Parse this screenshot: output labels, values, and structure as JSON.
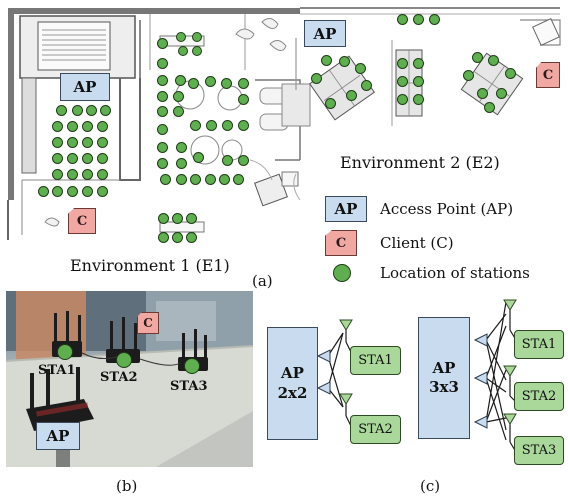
{
  "panel_a": {
    "environment1_label": "Environment 1 (E1)",
    "environment2_label": "Environment 2 (E2)",
    "ap_label": "AP",
    "client_label": "C",
    "caption": "(a)"
  },
  "legend": {
    "ap_symbol": "AP",
    "ap_text": "Access Point (AP)",
    "client_symbol": "C",
    "client_text": "Client (C)",
    "station_text": "Location of stations"
  },
  "panel_b": {
    "client_label": "C",
    "ap_label": "AP",
    "sta1": "STA1",
    "sta2": "STA2",
    "sta3": "STA3",
    "caption": "(b)"
  },
  "panel_c": {
    "ap_2x2_line1": "AP",
    "ap_2x2_line2": "2x2",
    "ap_3x3_line1": "AP",
    "ap_3x3_line2": "3x3",
    "sta1": "STA1",
    "sta2": "STA2",
    "sta3": "STA3",
    "caption": "(c)"
  },
  "colors": {
    "ap_fill": "#c9dcef",
    "client_fill": "#f2a8a2",
    "station_fill": "#5fae4f",
    "sta_box_fill": "#a9d89a",
    "antenna_fill": "#a9d89a"
  }
}
